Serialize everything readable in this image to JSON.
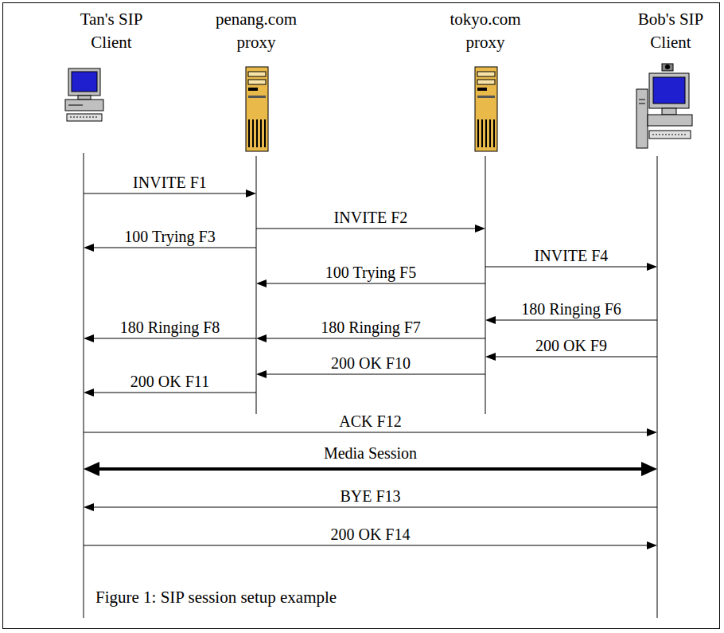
{
  "diagram": {
    "caption": "Figure 1: SIP session setup example",
    "nodes": [
      {
        "text": [
          "Tan's SIP Client"
        ]
      },
      {
        "text": [
          "penang.com proxy"
        ]
      },
      {
        "text": [
          "tokyo.com proxy"
        ]
      },
      {
        "text": [
          "Bob's SIP Client"
        ]
      }
    ],
    "edges": [
      {
        "from": 0,
        "to": 1,
        "label": "INVITE  F1",
        "arrow": "to"
      },
      {
        "from": 1,
        "to": 2,
        "label": "INVITE  F2",
        "arrow": "to"
      },
      {
        "from": 1,
        "to": 0,
        "label": "100 Trying  F3",
        "arrow": "to"
      },
      {
        "from": 2,
        "to": 3,
        "label": "INVITE  F4",
        "arrow": "to"
      },
      {
        "from": 2,
        "to": 1,
        "label": "100 Trying  F5",
        "arrow": "to"
      },
      {
        "from": 3,
        "to": 2,
        "label": "180 Ringing  F6",
        "arrow": "to"
      },
      {
        "from": 2,
        "to": 1,
        "label": "180 Ringing  F7",
        "arrow": "to"
      },
      {
        "from": 1,
        "to": 0,
        "label": "180 Ringing  F8",
        "arrow": "to"
      },
      {
        "from": 3,
        "to": 2,
        "label": "200 OK  F9",
        "arrow": "to"
      },
      {
        "from": 2,
        "to": 1,
        "label": "200 OK  F10",
        "arrow": "to"
      },
      {
        "from": 1,
        "to": 0,
        "label": "200 OK  F11",
        "arrow": "to"
      },
      {
        "from": 0,
        "to": 3,
        "label": "ACK  F12",
        "arrow": "to"
      },
      {
        "from": 0,
        "to": 3,
        "label": "Media Session",
        "arrow": "both"
      },
      {
        "from": 3,
        "to": 0,
        "label": "BYE  F13",
        "arrow": "to"
      },
      {
        "from": 0,
        "to": 3,
        "label": "200 OK  F14",
        "arrow": "to"
      }
    ]
  }
}
